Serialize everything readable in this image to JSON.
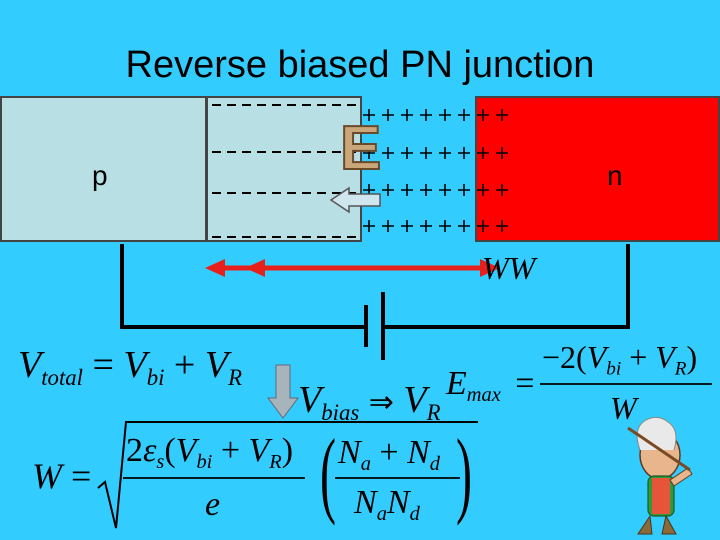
{
  "slide": {
    "title": "Reverse biased PN junction",
    "p_label": "p",
    "n_label": "n",
    "field_label": "E",
    "width_label": "WW"
  },
  "equations": {
    "vtotal": {
      "V": "V",
      "total": "total",
      "eq": "=",
      "V1": "V",
      "bi": "bi",
      "plus": "+",
      "V2": "V",
      "R": "R"
    },
    "vbias": {
      "V": "V",
      "bias": "bias",
      "arrow": "⇒",
      "V2": "V",
      "R": "R"
    },
    "emax": {
      "E": "E",
      "max": "max",
      "eq": "=",
      "num": "−2",
      "V1": "V",
      "bi": "bi",
      "plus": "+",
      "V2": "V",
      "R": "R",
      "den": "W"
    },
    "width": {
      "W": "W",
      "eq": "=",
      "two": "2",
      "eps": "ε",
      "s": "s",
      "V1": "V",
      "bi": "bi",
      "plus": "+",
      "V2": "V",
      "R": "R",
      "e": "e",
      "Na": "N",
      "a": "a",
      "plus2": "+",
      "Nd": "N",
      "d": "d",
      "Na2": "N",
      "a2": "a",
      "Nd2": "N",
      "d2": "d"
    }
  },
  "colors": {
    "background": "#33ccff",
    "p_region": "#b8e0e4",
    "n_region": "#ff0000",
    "width_arrow": "#e8201c",
    "field_arrow": "#cfe6ef"
  }
}
